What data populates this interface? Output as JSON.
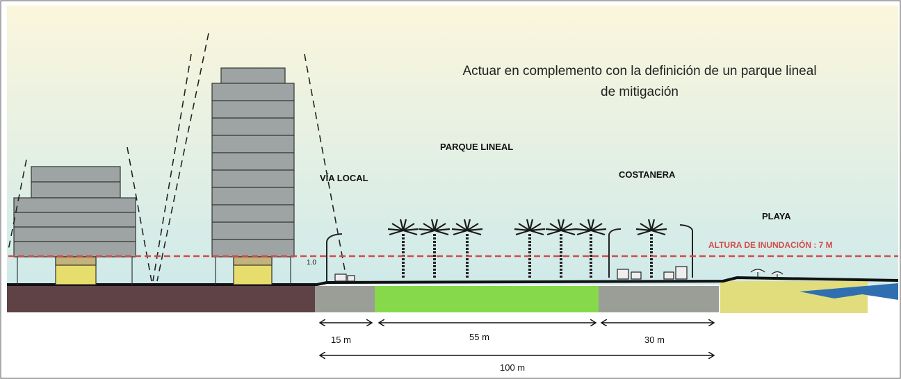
{
  "title_lines": [
    "Actuar en complemento con la definición de un parque lineal",
    "de mitigación"
  ],
  "zones": {
    "via_local": "VÍA LOCAL",
    "parque_lineal": "PARQUE LINEAL",
    "costanera": "COSTANERA",
    "playa": "PLAYA"
  },
  "flood_label": "ALTURA DE INUNDACIÓN : 7 M",
  "sketch_note": "1.0",
  "dimensions": {
    "via_local": "15 m",
    "parque_lineal": "55 m",
    "costanera": "30 m",
    "total": "100 m"
  },
  "colors": {
    "sky_top": "#fbf6dc",
    "sky_bottom": "#cfeaea",
    "ground_dark": "#5e4246",
    "road_gray": "#9a9e97",
    "park_green": "#86d94a",
    "beach_sand": "#e1dd7c",
    "flood_line": "#d44a4a",
    "sea_blue": "#2f6fb0"
  }
}
